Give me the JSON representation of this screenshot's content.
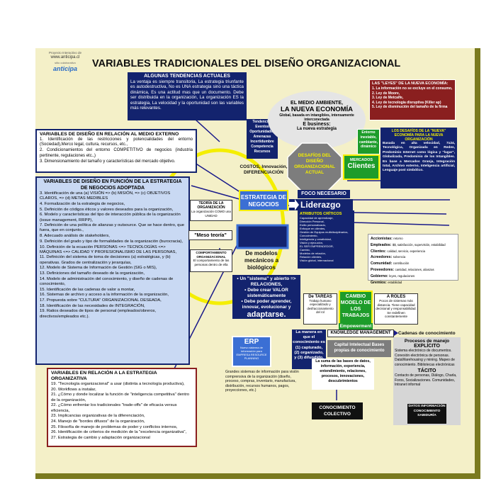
{
  "logo": {
    "caption": "Proyecto Interactivo de",
    "url": "www.anticipa.cl",
    "subtitle": "sitio colaborativo",
    "brand": "anticipa"
  },
  "title": "VARIABLES TRADICIONALES DEL DISEÑO ORGANIZACIONAL",
  "tendencias": {
    "title": "ALGUNAS TENDENCIAS ACTUALES",
    "text": "La ventaja es siempre transitoria, La estrategia triunfante es autodestructiva, No es UNA estrategia sino una táctica dinámica, Es una actitud mas que un documento. Debe ser distribuida en la organización, La organización ES la estrategia, La velocidad y la oportunidad son las variables más relevantes."
  },
  "medio_externo": {
    "title": "VARIABLES DE DISEÑO EN RELACIÓN AL MEDIO EXTERNO",
    "items": [
      "1. Identificación de las restricciones y potencialidades del entorno (Sociedad),Merco legal, cultura, recursos, etc.,",
      "2. Condicionamientos del entorno COMPETITIVO de negocios (industria pertinente, regulaciones etc.,)",
      "3. Dimensionamiento del tamaño y características del mercado objetivo."
    ]
  },
  "estrategia_negocios": {
    "title": "VARIABLES DE DISEÑO EN FUNCIÓN DE LA ESTRATEGIA DE NEGOCIOS ADOPTADA",
    "items": [
      "3. Identificación de una (a) VISIÓN => (b) MISIÓN, => (c) OBJETIVOS CLAROS, => (d) METAS MEDIBLES",
      "4. Formalización de la estrategia de negocios,",
      "5. Definición de códigos éticos y valores deseados para la organización,",
      "6. Modelo y características del tipo de interacción pública de la organización (issue management, RRPP),",
      "7. Definición de una política de alianzas y outsource. Que se hace dentro, que fuera, que en conjunto.,",
      "8. Adecuado análisis de stakeholders,",
      "9. Definición del grado y tipo de formalidades de la organización (burocracia),",
      "10. Definición de la ecuación PERSONAS <=> TECNOLOGÍAS <=> MÁQUINAS <=> CALIDAD Y PROFESIONALISMO DE LAS PERSONAS,",
      "11. Definición del sistema de toma de decisiones (a) estratégicas, y (b) operativas. Grados de centralización y jerarquías,",
      "12. Modelo de Sistema de Información de Gestión (SIG o MIS),",
      "13. Definiciones del tamaño deseado de la organización,",
      "14. Modelo de administración del conocimiento, y diseño de cadenas de conocimiento,",
      "15. Identificación de las cadenas de valor a montar,",
      "16. Sistemas de archivo y acceso a la información de la organización,",
      "17. Propuesta sobre \"CULTURA\" ORGANIZACIONAL DESEADA,",
      "18. Identificación de las necesidades de INTEGRACIÓN,",
      "19. Ratios deseados de tipos de personal (empleados/obreros, directivos/empleados etc.)."
    ]
  },
  "estrategia_organizativa": {
    "title": "VARIABLES EN RELACIÓN A LA ESTRATEGIA ORGANIZATIVA",
    "items": [
      "19. \"Tecnología organizacional\" a usar (distinta a tecnología productiva),",
      "20. Workflows a instalar,",
      "21. ¿Cómo y donde localizar la función de \"inteligencia competitiva\" dentro de la organización,",
      "22. ¿Cómo enfrentar los tradicionales \"trade-offs\" de eficacia versus eficiencia,",
      "23. Implicancias organizativas de la diferenciación,",
      "24. Manejo de \"bordes difusos\" de la organización,",
      "25. Filosofía de manejo de problemas de poder y conflictos internos,",
      "26. Identificación de criterios de medición de la \"excelencia organizativa\",",
      "27. Estrategia de cambio y adaptación organizacional"
    ]
  },
  "tendencias_eventos": {
    "text": "Tendencias Eventos Oportunidades Amenazas Incertidumbre Competencia Recursos"
  },
  "costos": "COSTOS, Innovación, DIFERENCIACIÓN",
  "nueva_economia": {
    "line1": "EL MEDIO AMBIENTE,",
    "line2": "LA NUEVA ECONOMÍA",
    "line3": "Global, basada en intangibles, intensamente interconectada",
    "line4": "E business:",
    "line5": "La nueva estrategia"
  },
  "entorno": "Entorno inestable, cambiante, dinámico",
  "leyes": {
    "title": "LAS \"LEYES\" DE LA NUEVA ECONOMÍA:",
    "items": [
      "1. La información no se excluye en el consumo,",
      "2. Ley de Moore,",
      "3. Ley de Metcalfe,",
      "4. Ley de tecnología disruptiva (Killer ap)",
      "5. Ley de disminución del tamaño de la firma"
    ]
  },
  "desafios_nueva": {
    "title": "LOS DESAFÍOS DE LA \"NUEVA\" ECONOMÍA PARA LA NUEVA ORGANIZACIÓN",
    "text": "Basada en alta velocidad, 7x24, Tecnológica, Organizada en Redes, Predominio Internet como lógica y \"lugar\", Globalizada, Predominio de los Intangibles. En base a Mercados Granja, Integración total, Archivo externo, Inteligencia artificial, Lenguaje post simbólico."
  },
  "desafios_org": "DESAFÍOS DEL DISEÑO ORGANIZACIONAL ACTUAL",
  "mercados": {
    "label": "MERCADOS",
    "clientes": "Clientes"
  },
  "estrategia_box": "ESTRATEGIA DE NEGOCIOS",
  "foco": "FOCO NECESARIO",
  "liderazgo": "Liderazgo",
  "atributos": {
    "title": "ATRIBUTOS CRÍTICOS",
    "items": [
      "Capacidad de aprendizaje,",
      "Dirección Personal,",
      "Estilo personalizado,",
      "Enfoque en clientes,",
      "Gestión de Equipos multidisciplinarios,",
      "Conocimiento,",
      "Inteligencia y creatividad,",
      "Visión y ejecución,",
      "EL SER EMPRENDEDOR,",
      "Cambio,",
      "Modelos de relación,",
      "Relación clientes,",
      "Visión global, internacional"
    ]
  },
  "stakeholders": {
    "items": [
      {
        "k": "Accionistas:",
        "v": "retorno"
      },
      {
        "k": "Empleados:",
        "v": "$$, satisfacción, supervisión, estabilidad"
      },
      {
        "k": "Clientes:",
        "v": "calidad, servicio, experiencia"
      },
      {
        "k": "Acreedores:",
        "v": "solvencia"
      },
      {
        "k": "Comunidad:",
        "v": "contribución"
      },
      {
        "k": "Proveedores:",
        "v": "cantidad, relaciones, alianzas"
      },
      {
        "k": "Gobierno:",
        "v": "leyes, regulaciones"
      },
      {
        "k": "Gremios:",
        "v": "estabilidad"
      }
    ]
  },
  "teoria": {
    "title": "TEORÍA DE LA ORGANIZACIÓN",
    "text": "La organización COMO una UNIDAD",
    "meso": "\"Meso teoría\"",
    "comp_title": "COMPORTAMIENTO ORGANIZACIONAL",
    "comp_text": "El comportamiento de las personas dentro de ella"
  },
  "modelos": "De modelos mecánicos a biológicos",
  "sistema_box": {
    "items": [
      "• Un \"sistema\" y abierto => RELACIONES,",
      "• Debe crear VALOR sistemáticamente",
      "• Debe poder aprender, innovar, evolucionar y"
    ],
    "adaptarse": "adaptarse."
  },
  "tareas": {
    "title": "De TAREAS",
    "text": "Trabajo humano especializado y desfraccionamiento del rol"
  },
  "cambio": "CAMBIO MODELO DE LOS TRABAJOS",
  "roles": {
    "title": "A ROLES",
    "text": "Pocos de sistemas más distancia. Tiene capacidad decisional y responsabilidad. Se redefinen constantemente"
  },
  "empowerment": "Empowerment",
  "knowledge": "KNOWLEDGE MANAGEMENT",
  "cadenas": "Cadenas de conocimiento",
  "manera": "La manera en que el conocimiento es (1) capturado, (2) organizado, y (3) difundido.",
  "capital": "Capital Intelectual Bases propias de conocimiento",
  "suma": "La suma de las bases de datos, información, experiencia, entendimiento, relaciones, procesos, innovaciones, descubrimientos",
  "conocimiento_colectivo": "CONOCIMIENTO COLECTIVO",
  "erp": {
    "title": "ERP",
    "text": "Nuevo sistema de información para EMPRESA RESOURCE PLANNING"
  },
  "grandes": "Grandes sistemas de información para visión comprensiva de la organización (diseño, proceso, compras, inventario, manufactura, distribución, recursos humanos, pagos, proyecciones, etc.)",
  "procesos": {
    "title": "Procesos de manejo",
    "explicito": "EXPLÍCITO",
    "exp_text": "Sistema electrónico de documentos. Conexión electrónica de personas. DataWarehousing y mining. Mapeo de conocimiento. Bibliotecas electrónicas",
    "tacito": "TÁCITO",
    "tac_text": "Contacto de personas, Diálogo, Charla, Foros, Socializaciones. Comunidades, Intranet informal",
    "datos": "DATOS INFORMACIÓN CONOCIMIENTO SABIDURÍA"
  },
  "colors": {
    "background_panel": "#f4f0c8",
    "olive_frame": "#7a7a1e",
    "navy": "#13236e",
    "blue_box": "#3b6fd4",
    "maroon": "#8a1f1f",
    "green": "#1d9c2a",
    "yellow": "#f4ee00",
    "gray_octagon": "#7d7d7d"
  }
}
